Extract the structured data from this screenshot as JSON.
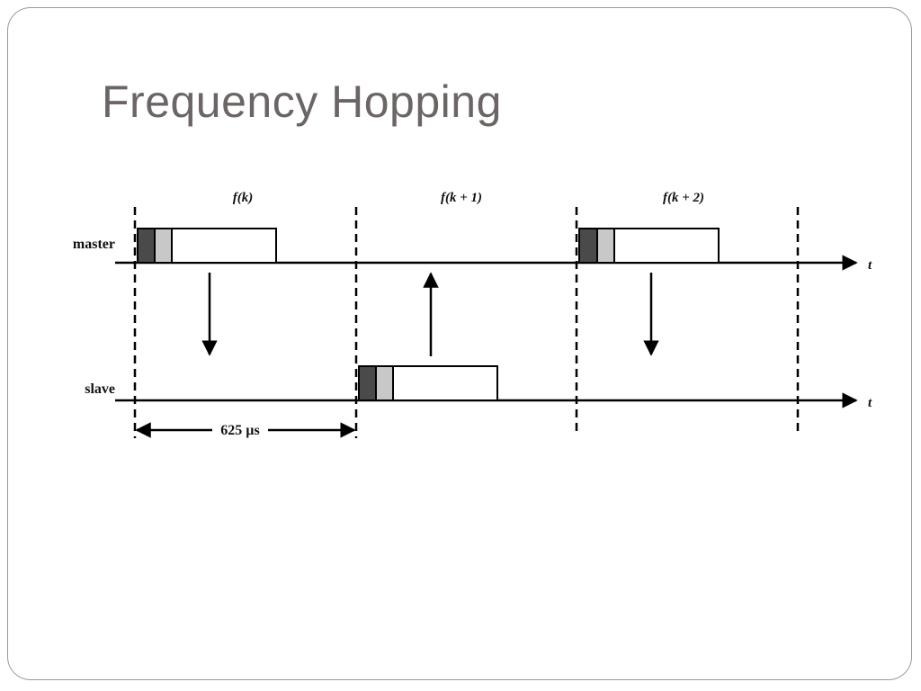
{
  "slide": {
    "title": "Frequency Hopping"
  },
  "diagram": {
    "frequency_labels": [
      "f(k)",
      "f(k + 1)",
      "f(k + 2)"
    ],
    "rows": {
      "master": {
        "label": "master",
        "axis_label": "t"
      },
      "slave": {
        "label": "slave",
        "axis_label": "t"
      }
    },
    "slot_duration_label": "625 µs"
  },
  "colors": {
    "title": "#6b6565",
    "frame_border": "#9a9a9a",
    "packet_dark": "#4a4a4a",
    "packet_light": "#c8c8c8",
    "lines": "#000000"
  }
}
